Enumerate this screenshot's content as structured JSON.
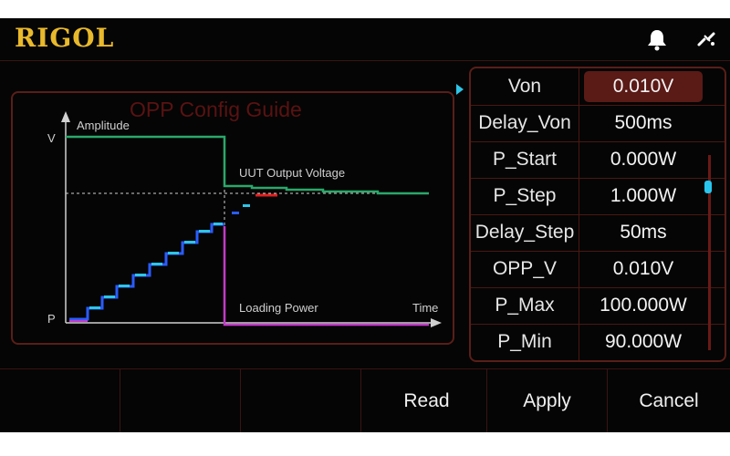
{
  "brand": {
    "logo_text": "RIGOL"
  },
  "header": {
    "bell_icon": "bell-icon",
    "connection_icon": "usb-link-icon"
  },
  "guide": {
    "title": "OPP Config Guide",
    "axis_v": "V",
    "axis_p": "P",
    "label_amplitude": "Amplitude",
    "label_uut_voltage": "UUT Output Voltage",
    "label_loading_power": "Loading Power",
    "label_time": "Time"
  },
  "params": [
    {
      "label": "Von",
      "value": "0.010V",
      "selected": true
    },
    {
      "label": "Delay_Von",
      "value": "500ms"
    },
    {
      "label": "P_Start",
      "value": "0.000W"
    },
    {
      "label": "P_Step",
      "value": "1.000W"
    },
    {
      "label": "Delay_Step",
      "value": "50ms"
    },
    {
      "label": "OPP_V",
      "value": "0.010V"
    },
    {
      "label": "P_Max",
      "value": "100.000W"
    },
    {
      "label": "P_Min",
      "value": "90.000W"
    }
  ],
  "softkeys": [
    "",
    "",
    "",
    "Read",
    "Apply",
    "Cancel"
  ],
  "colors": {
    "brand": "#e9b92c",
    "accent_cyan": "#2ec5e8",
    "border_red": "#5a1e18",
    "voltage_green": "#2aa86a",
    "power_magenta": "#c23ac8",
    "step_blue": "#2a5cff",
    "marker_red": "#e02020"
  }
}
